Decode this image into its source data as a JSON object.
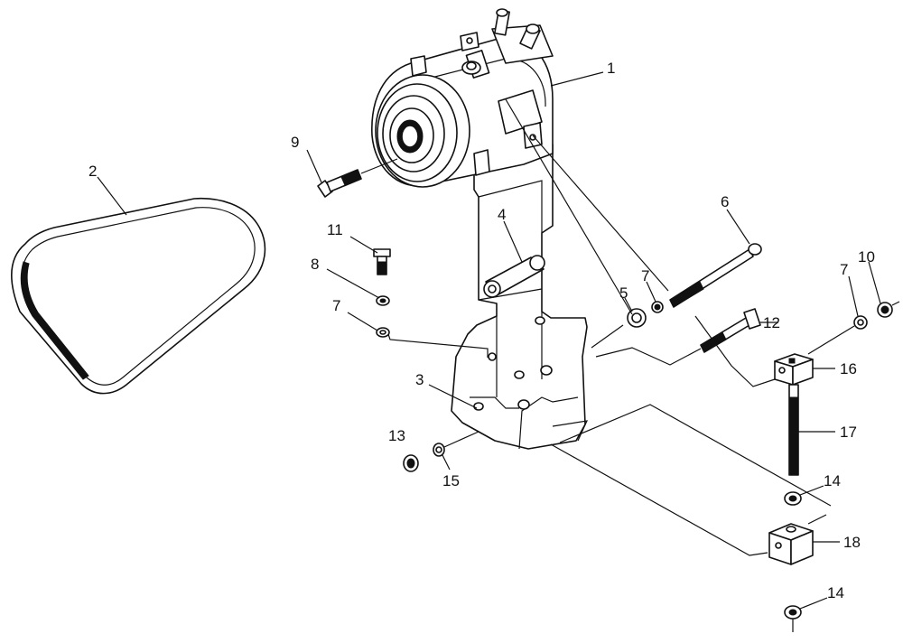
{
  "callouts": {
    "c1": "1",
    "c2": "2",
    "c3": "3",
    "c4": "4",
    "c5": "5",
    "c6": "6",
    "c7a": "7",
    "c7b": "7",
    "c7c": "7",
    "c8": "8",
    "c9": "9",
    "c10": "10",
    "c11": "11",
    "c12": "12",
    "c13": "13",
    "c14a": "14",
    "c14b": "14",
    "c15": "15",
    "c16": "16",
    "c17": "17",
    "c18": "18"
  }
}
